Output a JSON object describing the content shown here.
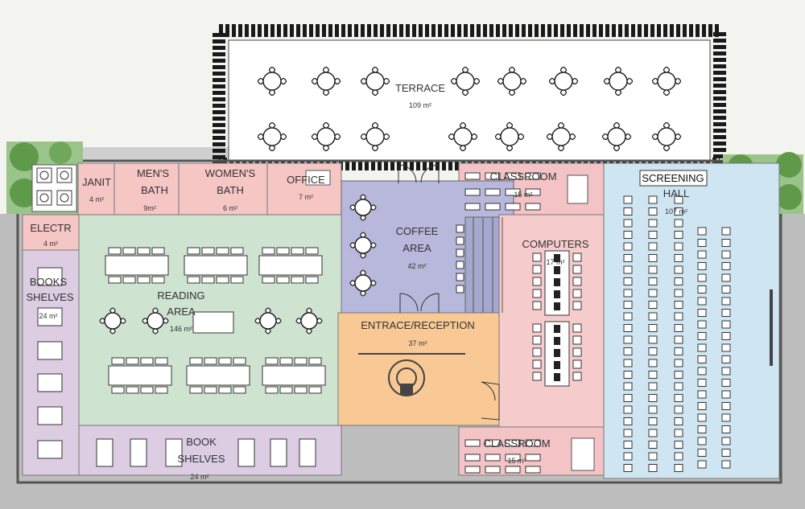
{
  "colors": {
    "terrace": "#ffffff",
    "restrooms": "#f6c6c4",
    "classroom": "#f3c3c6",
    "coffee": "#b7b8db",
    "reading": "#cfe3d1",
    "books": "#dccde3",
    "entrance": "#f8c995",
    "computers": "#f6cbcc",
    "screening": "#cfe6f2",
    "site": "#bdbdbd",
    "plant": "#1a1a1a"
  },
  "rooms": {
    "terrace": {
      "label": "TERRACE",
      "area": "109 m²"
    },
    "janitor": {
      "label": "JANIT",
      "area": "4 m²"
    },
    "mens": {
      "label1": "MEN'S",
      "label2": "BATH",
      "area": "9m²"
    },
    "womens": {
      "label1": "WOMEN'S",
      "label2": "BATH",
      "area": "6 m²"
    },
    "office": {
      "label": "OFFICE",
      "area": "7 m²"
    },
    "classroom_top": {
      "label": "CLASSROOM",
      "area": "15 m²"
    },
    "screening": {
      "label1": "SCREENING",
      "label2": "HALL",
      "area": "107 m²"
    },
    "electric": {
      "label": "ELECTR",
      "area": "4 m²"
    },
    "coffee": {
      "label1": "COFFEE",
      "label2": "AREA",
      "area": "42 m²"
    },
    "computers": {
      "label": "COMPUTERS",
      "area": "17 m²"
    },
    "books_left": {
      "label1": "BOOKS",
      "label2": "SHELVES",
      "area": "24 m²"
    },
    "reading": {
      "label1": "READING",
      "label2": "AREA",
      "area": "146 m²"
    },
    "entrance": {
      "label": "ENTRACE/RECEPTION",
      "area": "37 m²"
    },
    "books_bottom": {
      "label1": "BOOK",
      "label2": "SHELVES",
      "area": "24 m²"
    },
    "classroom_bottom": {
      "label": "CLASSROOM",
      "area": "15 m²"
    }
  }
}
